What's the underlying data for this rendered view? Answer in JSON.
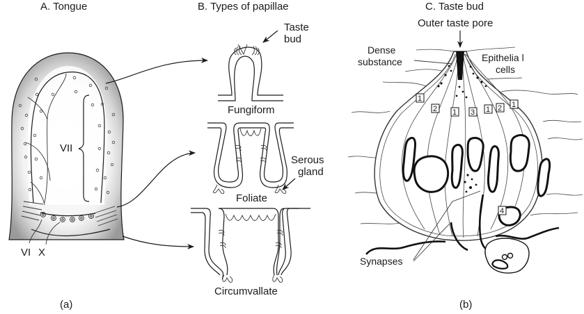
{
  "panels": {
    "tongue": {
      "title": "A. Tongue",
      "nerve_vii": "VII",
      "nerve_vi": "VI",
      "nerve_x": "X",
      "caption": "(a)"
    },
    "papillae": {
      "title": "B. Types of papillae",
      "taste_bud_label_line1": "Taste",
      "taste_bud_label_line2": "bud",
      "fungiform": "Fungiform",
      "serous_gland_line1": "Serous",
      "serous_gland_line2": "gland",
      "foliate": "Foliate",
      "circumvallate": "Circumvallate"
    },
    "taste_bud": {
      "title": "C. Taste bud",
      "outer_taste_pore": "Outer taste pore",
      "dense_substance_line1": "Dense",
      "dense_substance_line2": "substance",
      "epithelial_cells_line1": "Epithelia l",
      "epithelial_cells_line2": "cells",
      "synapses": "Synapses",
      "cell_type_markers": [
        "1",
        "2",
        "1",
        "3",
        "1",
        "2",
        "1",
        "4"
      ],
      "caption": "(b)"
    }
  },
  "colors": {
    "ink": "#1a1a1a",
    "tongue_shade_outer": "#9a9a9a",
    "tongue_shade_inner": "#f2f2f2"
  }
}
